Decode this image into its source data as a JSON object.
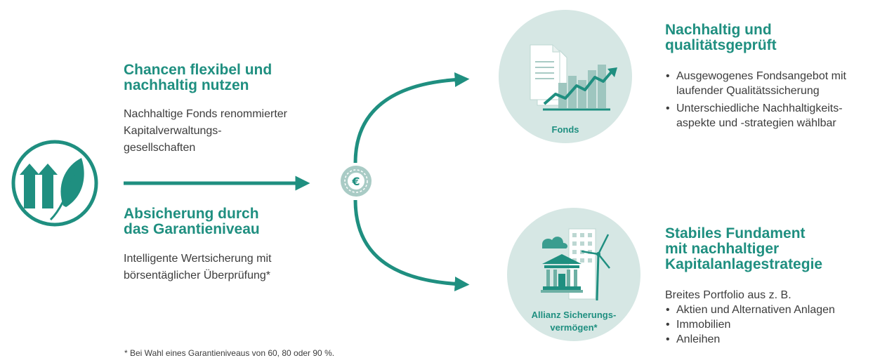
{
  "colors": {
    "accent": "#1f8f80",
    "circle": "#d6e7e4",
    "icon_fill": "#6db0a4",
    "text": "#3c3c3c"
  },
  "left": {
    "icon": "sustainable-growth-icon",
    "top_block": {
      "title": "Chancen flexibel und\nnachhaltig nutzen",
      "text": "Nachhaltige Fonds renommierter\nKapitalverwaltungs-\ngesellschaften"
    },
    "bottom_block": {
      "title": "Absicherung durch\ndas Garantieniveau",
      "text": "Intelligente Wertsicherung mit\nbörsentäglicher Überprüfung*"
    }
  },
  "center": {
    "coin_icon": "euro-coin-icon"
  },
  "fonds": {
    "icon": "fund-documents-chart-icon",
    "caption": "Fonds",
    "title": "Nachhaltig und\nqualitätsgeprüft",
    "bullets": [
      "Ausgewogenes Fondsangebot mit\nlaufender Qualitätssicherung",
      "Unterschiedliche Nachhaltigkeits-\naspekte und -strategien wählbar"
    ]
  },
  "sicherung": {
    "icon": "bank-building-windturbine-icon",
    "caption": "Allianz Sicherungs-\nvermögen*",
    "title": "Stabiles Fundament\nmit nachhaltiger\nKapitalanlagestrategie",
    "intro": "Breites Portfolio aus z. B.",
    "bullets": [
      "Aktien und Alternativen Anlagen",
      "Immobilien",
      "Anleihen"
    ]
  },
  "footnote": "* Bei Wahl eines Garantieniveaus von 60, 80 oder 90 %."
}
